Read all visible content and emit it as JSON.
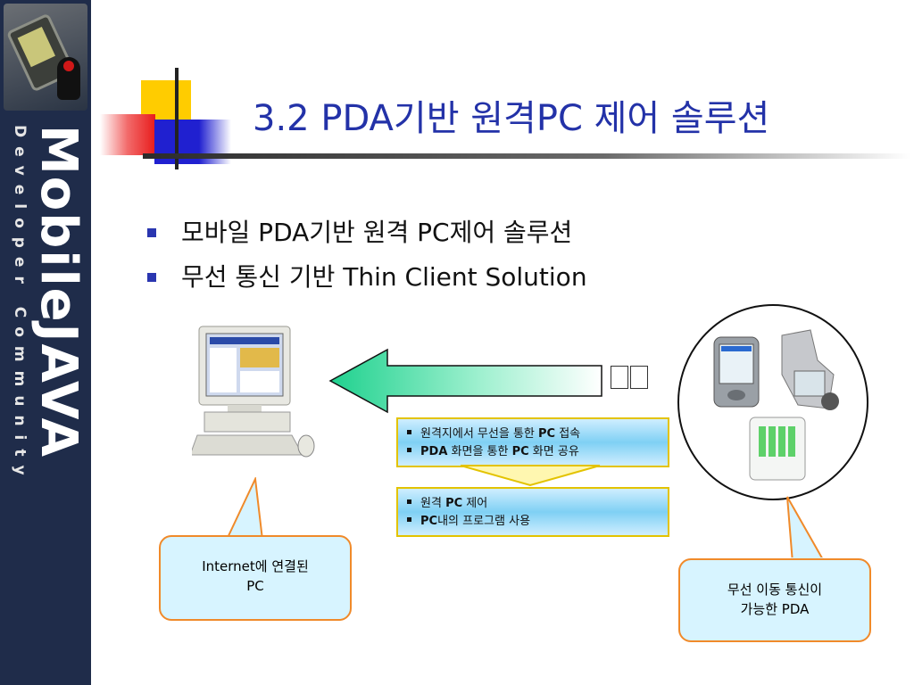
{
  "sidebar": {
    "brand_text": "MobileJAVA",
    "brand_subtext": "Developer Community"
  },
  "slide": {
    "title": "3.2 PDA기반 원격PC 제어 솔루션",
    "bullets": [
      "모바일 PDA기반 원격 PC제어 솔루션",
      "무선 통신 기반 Thin Client Solution"
    ]
  },
  "diagram": {
    "top_box": [
      "원격지에서 무선을 통한 PC 접속",
      "PDA 화면을 통한 PC 화면 공유"
    ],
    "bottom_box": [
      "원격 PC  제어",
      "PC내의  프로그램 사용"
    ],
    "left_callout": [
      "Internet에 연결된",
      "PC"
    ],
    "right_callout": [
      "무선 이동 통신이",
      "가능한 PDA"
    ]
  },
  "colors": {
    "title": "#2332a8",
    "callout_border": "#f08a2a",
    "callout_fill": "#d7f4ff",
    "box_border": "#e3c300",
    "arrow_green": "#2fd6a0"
  },
  "icons": {
    "pc": "computer-icon",
    "pda": "pda-icon",
    "arrow": "arrow-left-icon"
  }
}
